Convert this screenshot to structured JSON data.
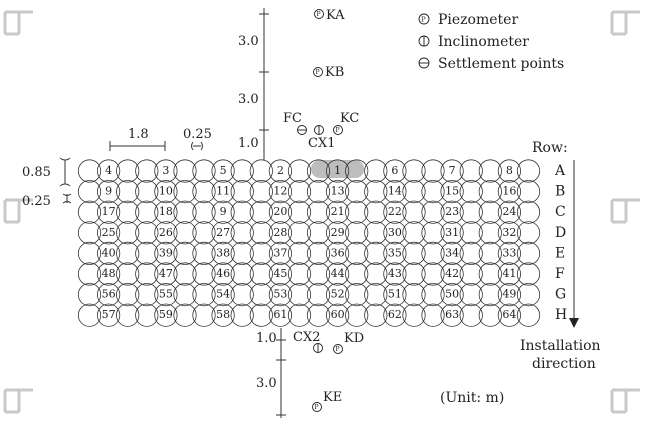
{
  "legend": {
    "piezometer": "Piezometer",
    "inclinometer": "Inclinometer",
    "settlement": "Settlement points"
  },
  "instruments": {
    "ka": "KA",
    "kb": "KB",
    "kc": "KC",
    "fc": "FC",
    "cx1": "CX1",
    "cx2": "CX2",
    "kd": "KD",
    "ke": "KE"
  },
  "dimensions": {
    "d_top1": "3.0",
    "d_top2": "3.0",
    "d_top3": "1.0",
    "d_bot1": "1.0",
    "d_bot2": "3.0",
    "pile_dia": "1.8",
    "overlap": "0.25",
    "row_spacing": "0.85",
    "row_overlap": "0.25"
  },
  "rows_header": "Row:",
  "row_labels": [
    "A",
    "B",
    "C",
    "D",
    "E",
    "F",
    "G",
    "H"
  ],
  "installation_line1": "Installation",
  "installation_line2": "direction",
  "unit": "(Unit: m)",
  "grid_numbers": [
    [
      "4",
      "3",
      "5",
      "2",
      "1",
      "6",
      "7",
      "8"
    ],
    [
      "9",
      "10",
      "11",
      "12",
      "13",
      "14",
      "15",
      "16"
    ],
    [
      "17",
      "18",
      "9",
      "20",
      "21",
      "22",
      "23",
      "24"
    ],
    [
      "25",
      "26",
      "27",
      "28",
      "29",
      "30",
      "31",
      "32"
    ],
    [
      "40",
      "39",
      "38",
      "37",
      "36",
      "35",
      "34",
      "33"
    ],
    [
      "48",
      "47",
      "46",
      "45",
      "44",
      "43",
      "42",
      "41"
    ],
    [
      "56",
      "55",
      "54",
      "53",
      "52",
      "51",
      "50",
      "49"
    ],
    [
      "57",
      "59",
      "58",
      "61",
      "60",
      "62",
      "63",
      "64"
    ]
  ],
  "highlight": {
    "row": 0,
    "col": 4,
    "color": "#bdbdbd"
  }
}
